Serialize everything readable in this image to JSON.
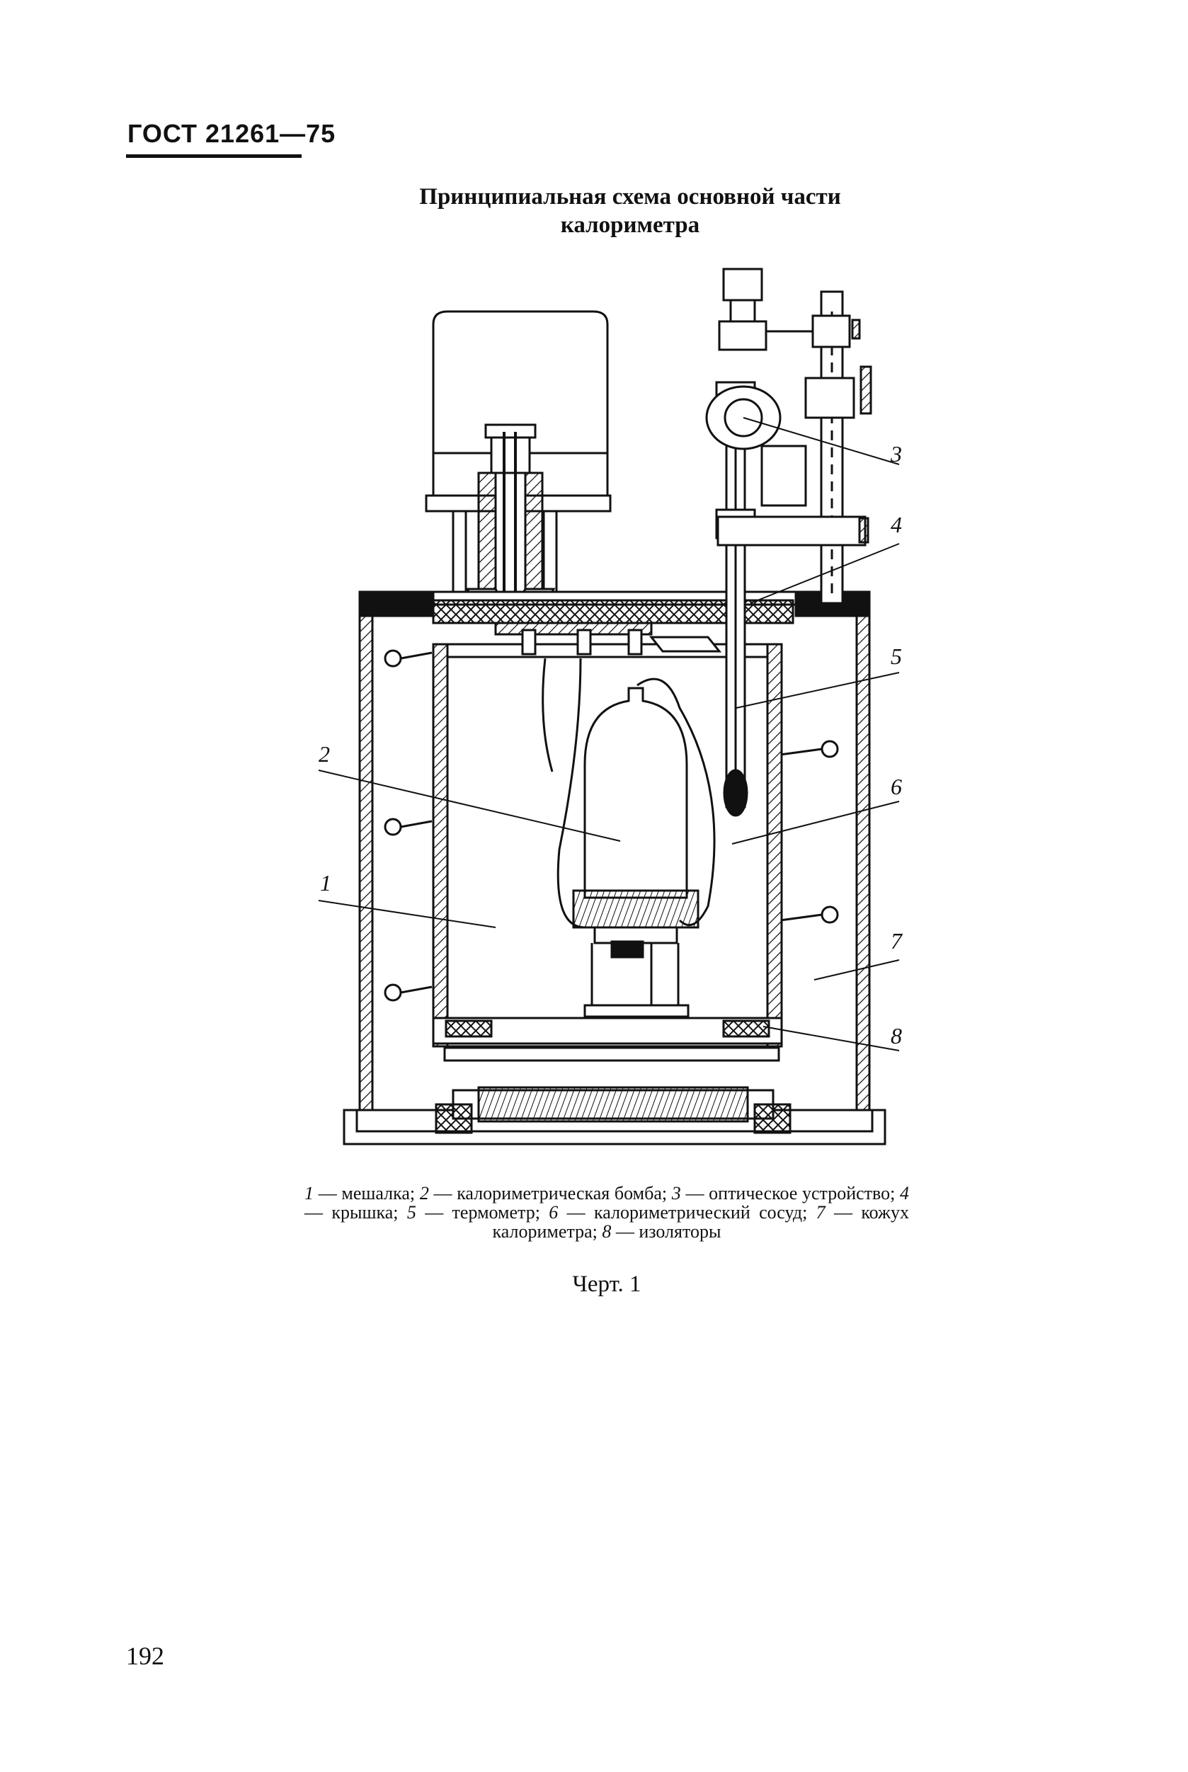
{
  "header": {
    "standard": "ГОСТ 21261—75"
  },
  "title": {
    "line1": "Принципиальная схема основной части",
    "line2": "калориметра"
  },
  "callouts": [
    "1",
    "2",
    "3",
    "4",
    "5",
    "6",
    "7",
    "8"
  ],
  "legend": [
    {
      "num": "1",
      "text": "— мешалка;"
    },
    {
      "num": "2",
      "text": "— калориметрическая бомба;"
    },
    {
      "num": "3",
      "text": "— оптическое устройство;"
    },
    {
      "num": "4",
      "text": "— крышка;"
    },
    {
      "num": "5",
      "text": "— термометр;"
    },
    {
      "num": "6",
      "text": "— калориметрический сосуд;"
    },
    {
      "num": "7",
      "text": "— кожух калориметра;"
    },
    {
      "num": "8",
      "text": "— изоляторы"
    }
  ],
  "figure_label": "Черт. 1",
  "page_number": "192",
  "colors": {
    "ink": "#111111",
    "paper": "#ffffff"
  }
}
